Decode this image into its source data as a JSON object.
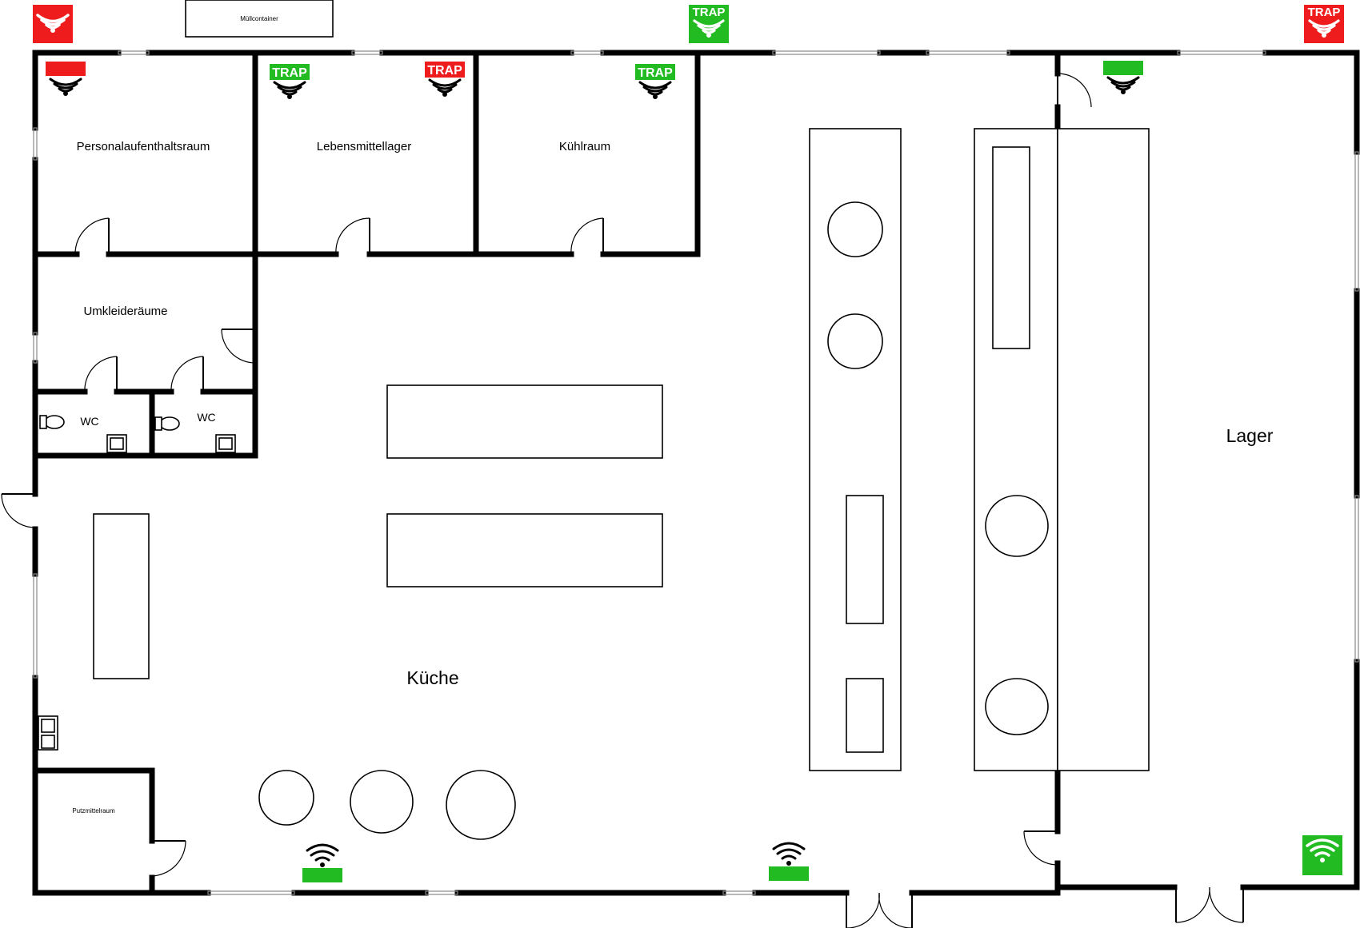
{
  "labels": {
    "muell": "Müllcontainer",
    "personal": "Personalaufenthaltsraum",
    "lebensmittel": "Lebensmittellager",
    "kuehl": "Kühlraum",
    "umkleide": "Umkleideräume",
    "wc1": "WC",
    "wc2": "WC",
    "kueche": "Küche",
    "lager": "Lager",
    "putz": "Putzmittelraum"
  },
  "badges": {
    "trap_text": "TRAP"
  },
  "colors": {
    "red": "#ee1c1c",
    "green": "#22bb22",
    "wall": "#000000"
  },
  "icons": {
    "sensor": "wifi-signal-icon",
    "toilet": "toilet-icon",
    "sink": "sink-icon"
  }
}
